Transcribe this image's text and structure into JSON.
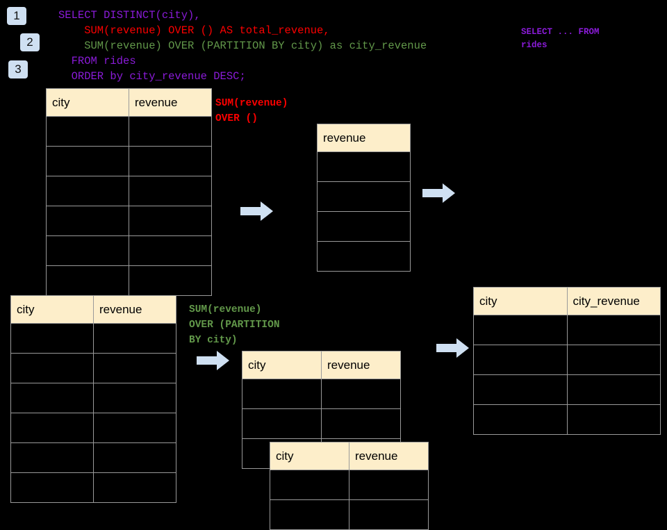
{
  "meta": {
    "bg_color": "#000000",
    "header_fill": "#fdeeca",
    "grid_color": "#9a9a9a",
    "arrow_color": "#cfe0f2",
    "badge_color": "#cfe0f2",
    "purple": "#8a1bd8",
    "red": "#fc0000",
    "green": "#62984a"
  },
  "badges": [
    {
      "label": "1"
    },
    {
      "label": "2"
    },
    {
      "label": "3"
    }
  ],
  "sql": {
    "line1": "SELECT DISTINCT(city),",
    "line2": "    SUM(revenue) OVER () AS total_revenue,",
    "line3": "    SUM(revenue) OVER (PARTITION BY city) as city_revenue",
    "line4": "  FROM rides",
    "line5": "  ORDER by city_revenue DESC;"
  },
  "notes": {
    "select_from_rides": "SELECT ... FROM\nrides",
    "sum_over_empty": "SUM(revenue)\nOVER ()",
    "sum_over_partition": "SUM(revenue)\nOVER (PARTITION\nBY city)"
  },
  "tables": {
    "rides_top": {
      "name": "rides-input-table",
      "columns": [
        "city",
        "revenue"
      ],
      "rows": [
        [
          "",
          ""
        ],
        [
          "",
          ""
        ],
        [
          "",
          ""
        ],
        [
          "",
          ""
        ],
        [
          "",
          ""
        ],
        [
          "",
          ""
        ]
      ]
    },
    "total_revenue": {
      "name": "total-revenue-table",
      "columns": [
        "revenue"
      ],
      "rows": [
        [
          ""
        ],
        [
          ""
        ],
        [
          ""
        ],
        [
          ""
        ]
      ]
    },
    "rides_bottom": {
      "name": "rides-input-table-2",
      "columns": [
        "city",
        "revenue"
      ],
      "rows": [
        [
          "",
          ""
        ],
        [
          "",
          ""
        ],
        [
          "",
          ""
        ],
        [
          "",
          ""
        ],
        [
          "",
          ""
        ],
        [
          "",
          ""
        ]
      ]
    },
    "partition_a": {
      "name": "partition-group-table-a",
      "columns": [
        "city",
        "revenue"
      ],
      "rows": [
        [
          "",
          ""
        ],
        [
          "",
          ""
        ],
        [
          "",
          ""
        ]
      ]
    },
    "partition_b": {
      "name": "partition-group-table-b",
      "columns": [
        "city",
        "revenue"
      ],
      "rows": [
        [
          "",
          ""
        ],
        [
          "",
          ""
        ]
      ]
    },
    "result": {
      "name": "result-table",
      "columns": [
        "city",
        "city_revenue"
      ],
      "rows": [
        [
          "",
          ""
        ],
        [
          "",
          ""
        ],
        [
          "",
          ""
        ],
        [
          "",
          ""
        ]
      ]
    }
  },
  "arrows": [
    {
      "name": "arrow-rides-to-total"
    },
    {
      "name": "arrow-total-to-result"
    },
    {
      "name": "arrow-rides-to-partition"
    },
    {
      "name": "arrow-partition-to-result"
    }
  ]
}
